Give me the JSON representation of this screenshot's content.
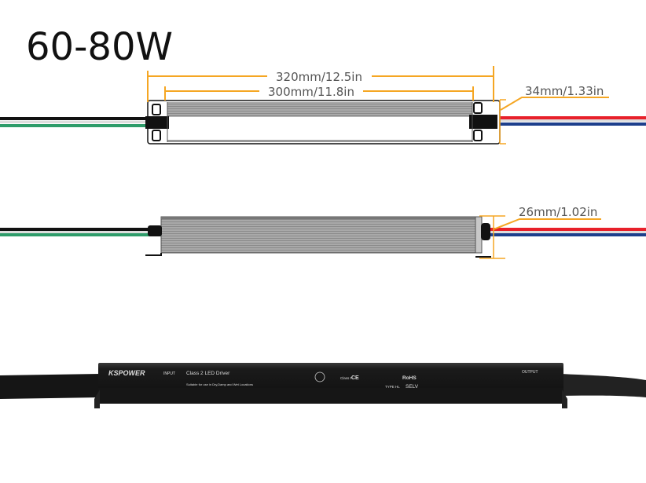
{
  "title": "60-80W",
  "dimensions": {
    "total_length": "320mm/12.5in",
    "body_length": "300mm/11.8in",
    "width": "34mm/1.33in",
    "height": "26mm/1.02in"
  },
  "label": {
    "brand": "KSPOWER",
    "product": "Class 2 LED Driver",
    "input": "INPUT",
    "output": "OUTPUT",
    "class": "Class P",
    "rohs": "RoHS",
    "ce": "CE",
    "type": "TYPE HL",
    "selv": "SELV",
    "suitable": "Suitable for use in Dry,Damp and Wet Locations"
  },
  "colors": {
    "dimension_line": "#f5a623",
    "wire_red": "#e8202a",
    "wire_blue": "#1d3f8c",
    "wire_green": "#2e9c6a",
    "wire_black": "#111111",
    "driver_body": "#1c1c1c"
  }
}
